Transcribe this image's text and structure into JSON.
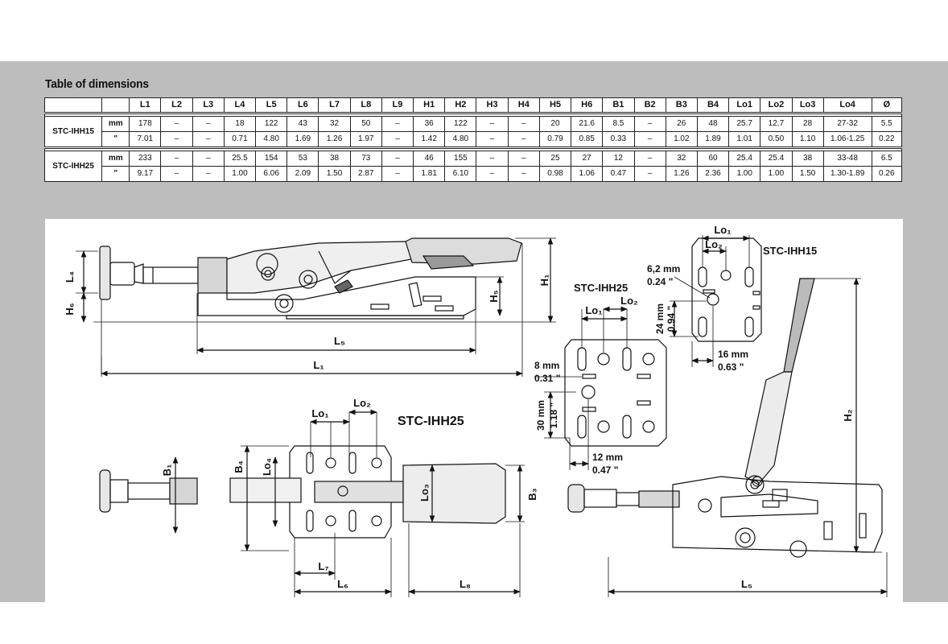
{
  "table": {
    "title": "Table of dimensions",
    "columns": [
      "",
      "",
      "L1",
      "L2",
      "L3",
      "L4",
      "L5",
      "L6",
      "L7",
      "L8",
      "L9",
      "H1",
      "H2",
      "H3",
      "H4",
      "H5",
      "H6",
      "B1",
      "B2",
      "B3",
      "B4",
      "Lo1",
      "Lo2",
      "Lo3",
      "Lo4",
      "Ø"
    ],
    "rows": [
      {
        "model": "STC-IHH15",
        "unit": "mm",
        "values": [
          "178",
          "–",
          "–",
          "18",
          "122",
          "43",
          "32",
          "50",
          "–",
          "36",
          "122",
          "–",
          "–",
          "20",
          "21.6",
          "8.5",
          "–",
          "26",
          "48",
          "25.7",
          "12.7",
          "28",
          "27-32",
          "5.5"
        ]
      },
      {
        "model": "",
        "unit": "\"",
        "values": [
          "7.01",
          "–",
          "–",
          "0.71",
          "4.80",
          "1.69",
          "1.26",
          "1.97",
          "–",
          "1.42",
          "4.80",
          "–",
          "–",
          "0.79",
          "0.85",
          "0.33",
          "–",
          "1.02",
          "1.89",
          "1.01",
          "0.50",
          "1.10",
          "1.06-1.25",
          "0.22"
        ]
      },
      {
        "model": "STC-IHH25",
        "unit": "mm",
        "values": [
          "233",
          "–",
          "–",
          "25.5",
          "154",
          "53",
          "38",
          "73",
          "–",
          "46",
          "155",
          "–",
          "–",
          "25",
          "27",
          "12",
          "–",
          "32",
          "60",
          "25.4",
          "25.4",
          "38",
          "33-48",
          "6.5"
        ]
      },
      {
        "model": "",
        "unit": "\"",
        "values": [
          "9.17",
          "–",
          "–",
          "1.00",
          "6.06",
          "2.09",
          "1.50",
          "2.87",
          "–",
          "1.81",
          "6.10",
          "–",
          "–",
          "0.98",
          "1.06",
          "0.47",
          "–",
          "1.26",
          "2.36",
          "1.00",
          "1.00",
          "1.50",
          "1.30-1.89",
          "0.26"
        ]
      }
    ]
  },
  "drawing": {
    "title_ihh25_top": "STC-IHH25",
    "title_ihh15": "STC-IHH15",
    "title_ihh25_mid": "STC-IHH25",
    "labels": {
      "l1": "L₁",
      "l4": "L₄",
      "l5_side": "L₅",
      "l5_iso": "L₅",
      "l6": "L₆",
      "l7": "L₇",
      "l8": "L₈",
      "h1": "H₁",
      "h2": "H₂",
      "h5": "H₅",
      "h6": "H₆",
      "b1": "B₁",
      "b3": "B₃",
      "b4": "B₄",
      "lo1_top": "Lo₁",
      "lo2_top": "Lo₂",
      "lo3": "Lo₃",
      "lo4": "Lo₄",
      "lo1_ihh25": "Lo₁",
      "lo2_ihh25": "Lo₂",
      "lo1_ihh15": "Lo₁",
      "lo2_ihh15": "Lo₂"
    },
    "dims": {
      "d8mm": "8 mm",
      "d031": "0.31 \"",
      "d30mm": "30 mm",
      "d118": "1.18 \"",
      "d12mm": "12 mm",
      "d047": "0.47 \"",
      "d62mm": "6,2 mm",
      "d024": "0.24 \"",
      "d24mm": "24 mm",
      "d094": "0.94 \"",
      "d16mm": "16 mm",
      "d063": "0.63 \""
    }
  }
}
